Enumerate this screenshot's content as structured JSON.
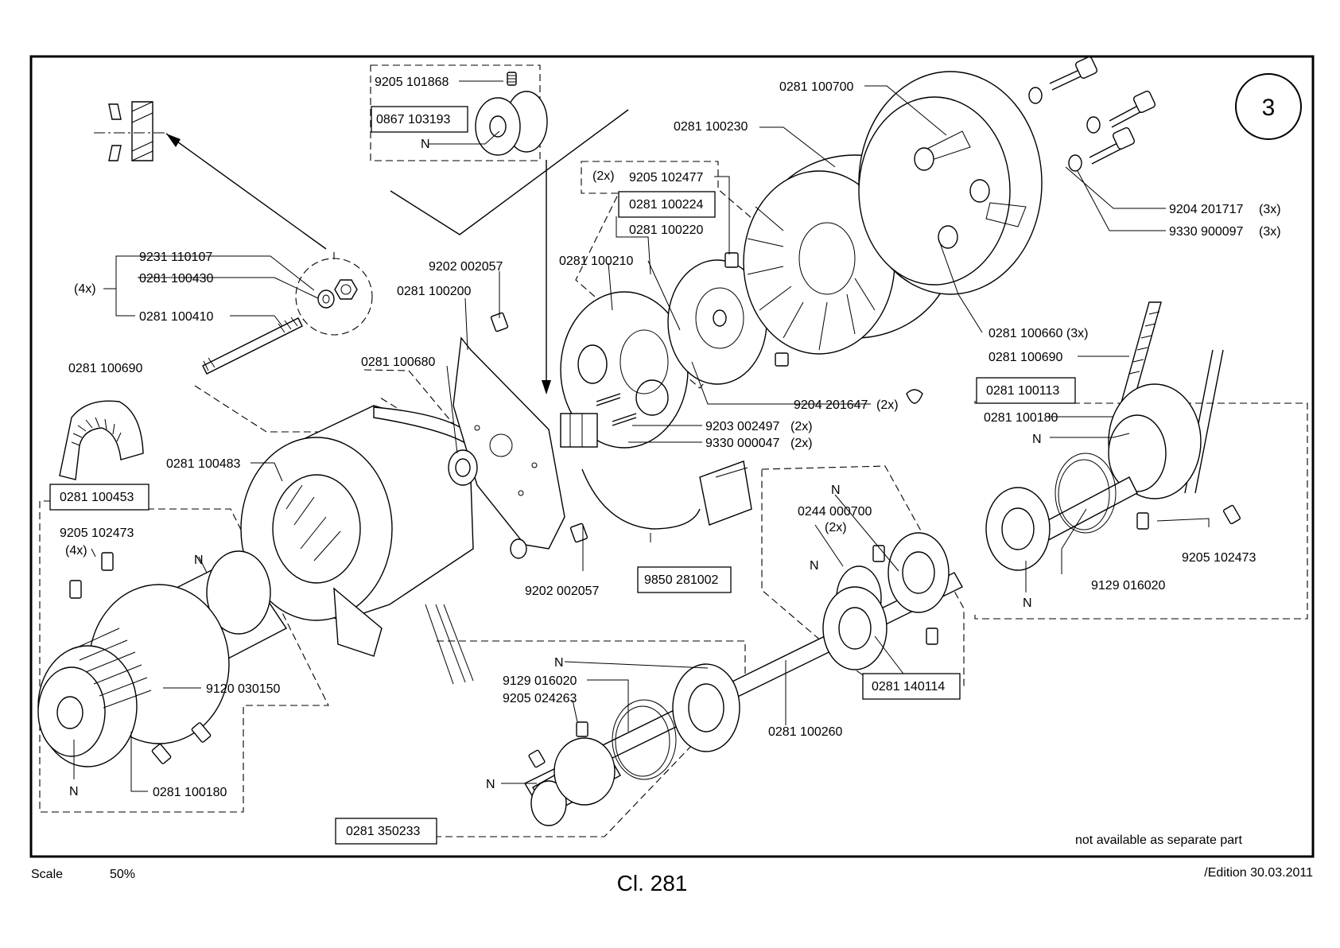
{
  "page": {
    "view_number": "3",
    "scale_label": "Scale",
    "scale_value": "50%",
    "class_title": "Cl. 281",
    "edition": "/Edition 30.03.2011",
    "footnote": "not available as separate part"
  },
  "callouts": {
    "c9205_101868": "9205 101868",
    "b0867_103193": "0867 103193",
    "n_inset": "N",
    "c0281_100700": "0281 100700",
    "c0281_100230": "0281 100230",
    "q2x_a": "(2x)",
    "c9205_102477": "9205 102477",
    "b0281_100224": "0281 100224",
    "c0281_100220": "0281 100220",
    "c9204_201717": "9204 201717",
    "q3x_a": "(3x)",
    "c9330_900097": "9330 900097",
    "q3x_b": "(3x)",
    "c9231_110107": "9231 110107",
    "q4x_a": "(4x)",
    "c0281_100430": "0281 100430",
    "c0281_100410": "0281 100410",
    "c9202_002057_top": "9202 002057",
    "c0281_100200": "0281 100200",
    "c0281_100210": "0281 100210",
    "c0281_100680": "0281 100680",
    "c0281_100660": "0281 100660 (3x)",
    "c0281_100690_r": "0281 100690",
    "c0281_100690_l": "0281 100690",
    "b0281_100113": "0281 100113",
    "c0281_100180_r": "0281 100180",
    "n_r1": "N",
    "c9204_201647": "9204 201647",
    "q2x_b": "(2x)",
    "c9203_002497": "9203 002497",
    "q2x_c": "(2x)",
    "c9330_000047": "9330 000047",
    "q2x_d": "(2x)",
    "c0281_100483": "0281 100483",
    "b0281_100453": "0281 100453",
    "c9205_102473_l": "9205 102473",
    "q4x_b": "(4x)",
    "n_l1": "N",
    "c0244_000700": "0244 000700",
    "q2x_e": "(2x)",
    "n_m1": "N",
    "n_m2": "N",
    "c9205_102473_r": "9205 102473",
    "c9129_016020_r": "9129 016020",
    "n_r2": "N",
    "c9202_002057_bot": "9202 002057",
    "b9850_281002": "9850 281002",
    "n_b1": "N",
    "c9129_016020_b": "9129 016020",
    "c9205_024263": "9205 024263",
    "c9120_030150": "9120 030150",
    "b0281_140114": "0281 140114",
    "c0281_100260": "0281 100260",
    "n_b2": "N",
    "n_l2": "N",
    "c0281_100180_l": "0281 100180",
    "b0281_350233": "0281 350233"
  }
}
